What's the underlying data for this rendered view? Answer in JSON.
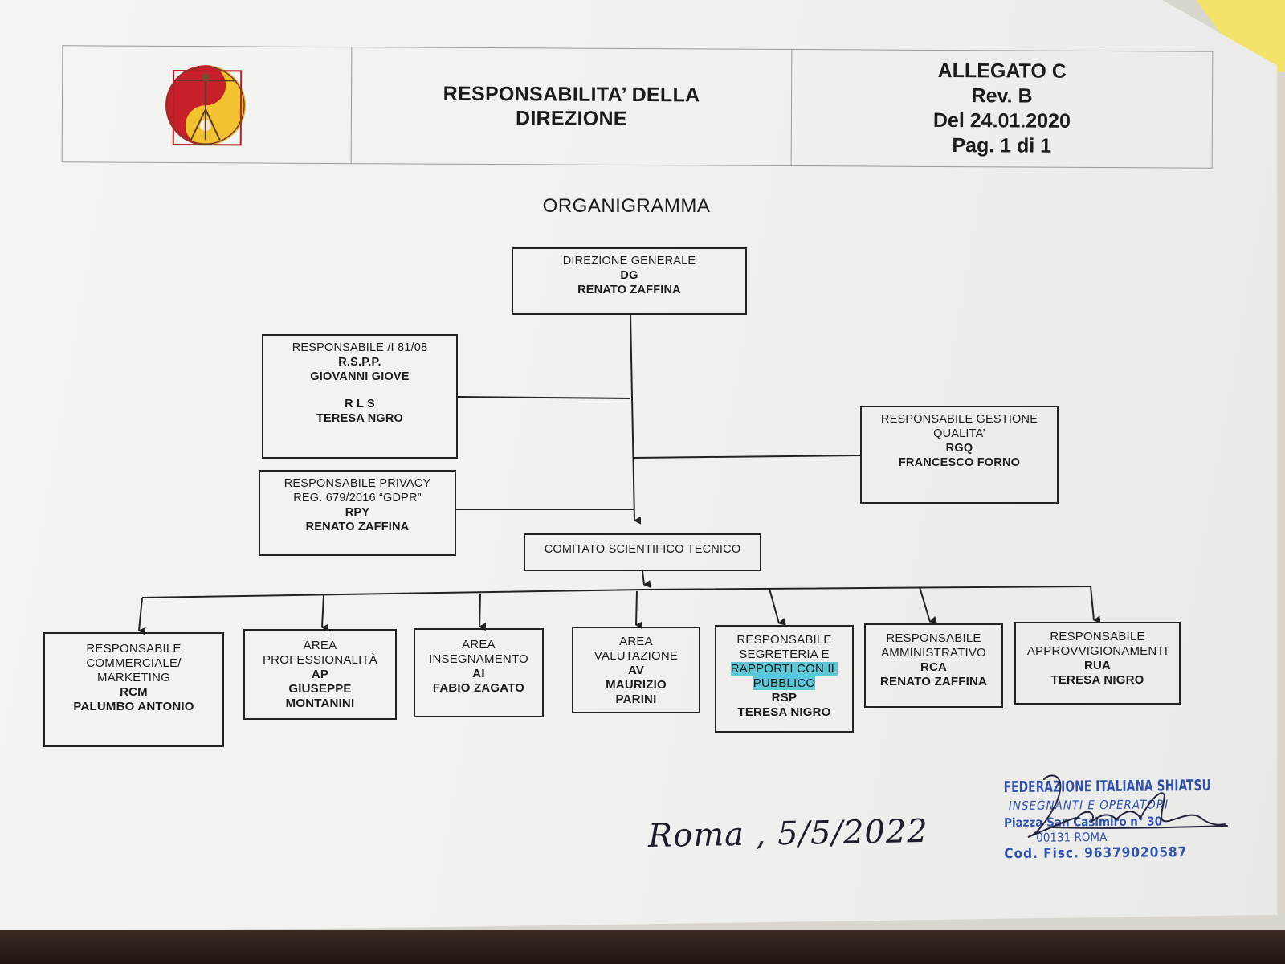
{
  "header": {
    "title_line1": "RESPONSABILITA’ DELLA",
    "title_line2": "DIREZIONE",
    "allegato": "ALLEGATO C",
    "rev": "Rev. B",
    "date": "Del 24.01.2020",
    "page": "Pag. 1 di 1"
  },
  "org_title": "ORGANIGRAMMA",
  "boxes": {
    "dg": {
      "l1": "DIREZIONE GENERALE",
      "l2": "DG",
      "l3": "RENATO ZAFFINA"
    },
    "rspp": {
      "l1": "RESPONSABILE /I   81/08",
      "l2": "R.S.P.P.",
      "l3": "GIOVANNI GIOVE",
      "l4": "R L S",
      "l5": "TERESA NGRO"
    },
    "rgq": {
      "l1": "RESPONSABILE GESTIONE",
      "l2": "QUALITA’",
      "l3": "RGQ",
      "l4": "FRANCESCO FORNO"
    },
    "rpy": {
      "l1": "RESPONSABILE PRIVACY",
      "l2": "REG. 679/2016 “GDPR”",
      "l3": "RPY",
      "l4": "RENATO ZAFFINA"
    },
    "cst": {
      "l1": "COMITATO SCIENTIFICO TECNICO"
    },
    "rcm": {
      "l1": "RESPONSABILE",
      "l2": "COMMERCIALE/",
      "l3": "MARKETING",
      "l4": "RCM",
      "l5": "PALUMBO ANTONIO"
    },
    "ap": {
      "l1": "AREA",
      "l2": "PROFESSIONALITÀ",
      "l3": "AP",
      "l4": "GIUSEPPE",
      "l5": "MONTANINI"
    },
    "ai": {
      "l1": "AREA",
      "l2": "INSEGNAMENTO",
      "l3": "AI",
      "l4": "FABIO ZAGATO"
    },
    "av": {
      "l1": "AREA",
      "l2": "VALUTAZIONE",
      "l3": "AV",
      "l4": "MAURIZIO",
      "l5": "PARINI"
    },
    "rsp": {
      "l1": "RESPONSABILE",
      "l2": "SEGRETERIA E",
      "l3": "RAPPORTI CON IL",
      "l4": "PUBBLICO",
      "l5": "RSP",
      "l6": "TERESA NIGRO"
    },
    "rca": {
      "l1": "RESPONSABILE",
      "l2": "AMMINISTRATIVO",
      "l3": "RCA",
      "l4": "RENATO ZAFFINA"
    },
    "rua": {
      "l1": "RESPONSABILE",
      "l2": "APPROVVIGIONAMENTI",
      "l3": "RUA",
      "l4": "TERESA NIGRO"
    }
  },
  "stamp": {
    "line1": "FEDERAZIONE ITALIANA SHIATSU",
    "line2": "INSEGNANTI E OPERATORI",
    "line3": "Piazza San Casimiro n° 30",
    "line4": "00131 ROMA",
    "line5": "Cod. Fisc. 96379020587"
  },
  "handwritten_date": "Roma , 5/5/2022",
  "colors": {
    "highlight": "#5fc6d6",
    "stamp_blue": "#2f52a8",
    "logo_red": "#c8202a",
    "logo_yellow": "#f2c230"
  },
  "icons": [
    "vitruvian-yin-yang-logo",
    "handwritten-signature"
  ]
}
